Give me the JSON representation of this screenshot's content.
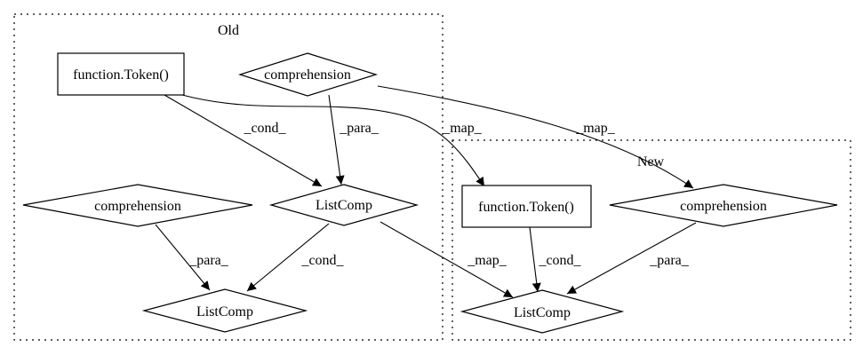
{
  "clusters": {
    "old": {
      "label": "Old"
    },
    "new": {
      "label": "New"
    }
  },
  "nodes": {
    "old_token": {
      "label": "function.Token()",
      "shape": "box"
    },
    "old_comp_top": {
      "label": "comprehension",
      "shape": "diamond"
    },
    "old_listcomp_mid": {
      "label": "ListComp",
      "shape": "diamond"
    },
    "old_comp_left": {
      "label": "comprehension",
      "shape": "diamond"
    },
    "old_listcomp_bottom": {
      "label": "ListComp",
      "shape": "diamond"
    },
    "new_token": {
      "label": "function.Token()",
      "shape": "box"
    },
    "new_comp": {
      "label": "comprehension",
      "shape": "diamond"
    },
    "new_listcomp": {
      "label": "ListComp",
      "shape": "diamond"
    }
  },
  "edges": {
    "e1": {
      "label": "_cond_",
      "from": "old_token",
      "to": "old_listcomp_mid"
    },
    "e2": {
      "label": "_para_",
      "from": "old_comp_top",
      "to": "old_listcomp_mid"
    },
    "e3": {
      "label": "_map_",
      "from": "old_token",
      "to": "new_token"
    },
    "e4": {
      "label": "_map_",
      "from": "old_comp_top",
      "to": "new_comp"
    },
    "e5": {
      "label": "_para_",
      "from": "old_comp_left",
      "to": "old_listcomp_bottom"
    },
    "e6": {
      "label": "_cond_",
      "from": "old_listcomp_mid",
      "to": "old_listcomp_bottom"
    },
    "e7": {
      "label": "_map_",
      "from": "old_listcomp_mid",
      "to": "new_listcomp"
    },
    "e8": {
      "label": "_cond_",
      "from": "new_token",
      "to": "new_listcomp"
    },
    "e9": {
      "label": "_para_",
      "from": "new_comp",
      "to": "new_listcomp"
    }
  },
  "colors": {
    "stroke": "#000000",
    "fill": "#ffffff"
  }
}
